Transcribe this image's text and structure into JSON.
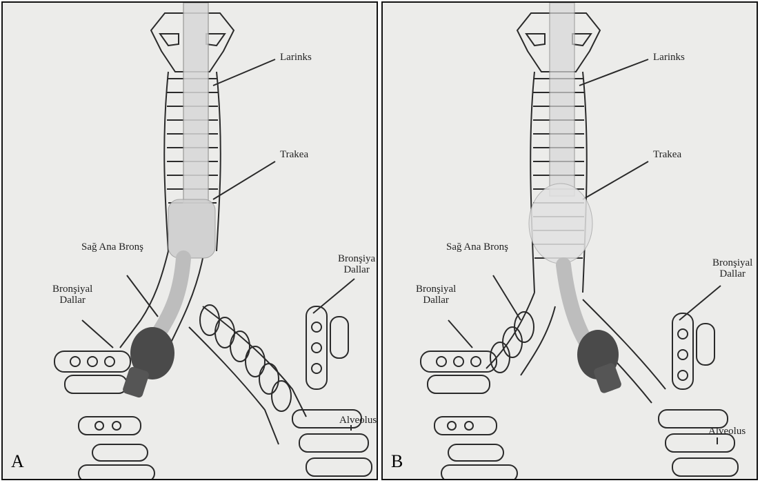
{
  "panels": [
    {
      "letter": "A",
      "labels": {
        "larinks": "Larinks",
        "trakea": "Trakea",
        "sag_ana_brons": "Sağ Ana Bronş",
        "bronsiyal_left": "Bronşiyal\nDallar",
        "bronsiyal_right": "Bronşiya\nDallar",
        "alveolus": "Alveolus"
      }
    },
    {
      "letter": "B",
      "labels": {
        "larinks": "Larinks",
        "trakea": "Trakea",
        "sag_ana_brons": "Sağ Ana Bronş",
        "bronsiyal_left": "Bronşiyal\nDallar",
        "bronsiyal_right": "Bronşiyal\nDallar",
        "alveolus": "Alveolus"
      }
    }
  ],
  "colors": {
    "paper": "#ececea",
    "ink": "#2a2a2a",
    "cuff": "#4a4a4a",
    "tube": "#d8d8d8"
  }
}
